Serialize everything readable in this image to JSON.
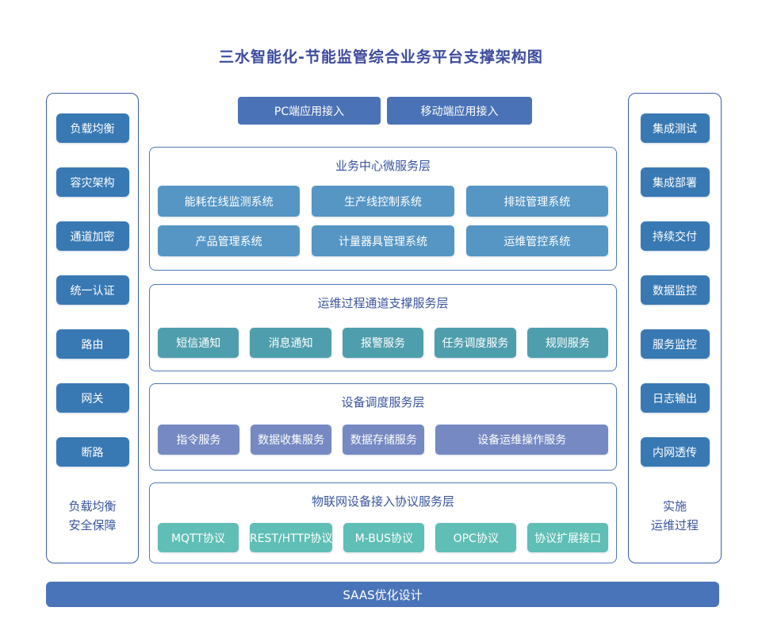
{
  "title": "三水智能化-节能监管综合业务平台支撑架构图",
  "colors": {
    "title_text": "#3c4b9e",
    "heading_text": "#39549e",
    "side_button": "#3879b4",
    "top_button": "#4a72b6",
    "layer1_node": "#5596c5",
    "layer2_node": "#4f9ead",
    "layer3_node": "#7689c2",
    "layer4_node": "#5fbeb5",
    "bottom_bar": "#4a74b9",
    "panel_border": "#3d5ca4",
    "layer_border": "#4d7ab4"
  },
  "top_access": {
    "pc": "PC端应用接入",
    "mobile": "移动端应用接入"
  },
  "left_panel": {
    "buttons": [
      "负载均衡",
      "容灾架构",
      "通道加密",
      "统一认证",
      "路由",
      "网关",
      "断路"
    ],
    "footer_line1": "负载均衡",
    "footer_line2": "安全保障"
  },
  "right_panel": {
    "buttons": [
      "集成测试",
      "集成部署",
      "持续交付",
      "数据监控",
      "服务监控",
      "日志输出",
      "内网透传"
    ],
    "footer_line1": "实施",
    "footer_line2": "运维过程"
  },
  "layers": [
    {
      "title": "业务中心微服务层",
      "items": [
        "能耗在线监测系统",
        "生产线控制系统",
        "排班管理系统",
        "产品管理系统",
        "计量器具管理系统",
        "运维管控系统"
      ]
    },
    {
      "title": "运维过程通道支撑服务层",
      "items": [
        "短信通知",
        "消息通知",
        "报警服务",
        "任务调度服务",
        "规则服务"
      ]
    },
    {
      "title": "设备调度服务层",
      "items": [
        "指令服务",
        "数据收集服务",
        "数据存储服务",
        "设备运维操作服务"
      ]
    },
    {
      "title": "物联网设备接入协议服务层",
      "items": [
        "MQTT协议",
        "REST/HTTP协议",
        "M-BUS协议",
        "OPC协议",
        "协议扩展接口"
      ]
    }
  ],
  "bottom_bar": {
    "label": "SAAS优化设计"
  }
}
